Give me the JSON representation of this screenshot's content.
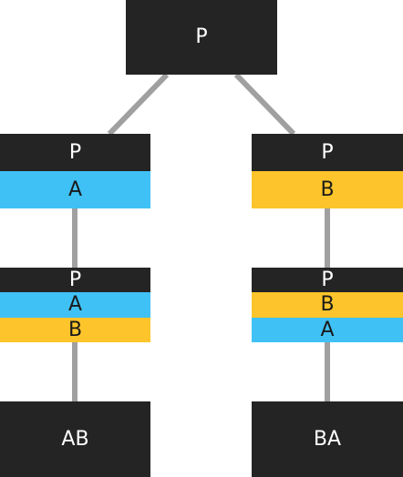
{
  "colors": {
    "dark": "#242424",
    "blue": "#3fc1f5",
    "yellow": "#fdc52b",
    "connector": "#a0a0a0"
  },
  "root": {
    "label": "P"
  },
  "left": {
    "step1": [
      "P",
      "A"
    ],
    "step2": [
      "P",
      "A",
      "B"
    ],
    "result": "AB"
  },
  "right": {
    "step1": [
      "P",
      "B"
    ],
    "step2": [
      "P",
      "B",
      "A"
    ],
    "result": "BA"
  }
}
